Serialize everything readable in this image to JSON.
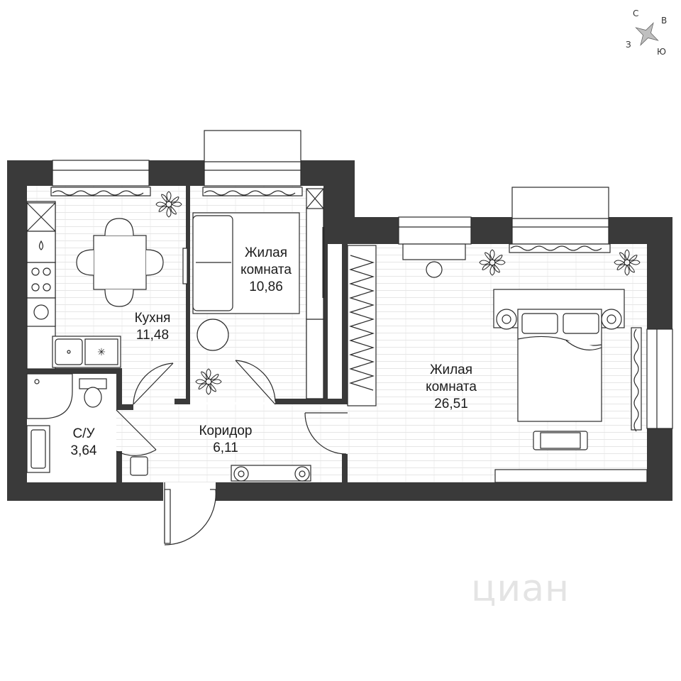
{
  "compass": {
    "north": "С",
    "east": "В",
    "south": "Ю",
    "west": "З"
  },
  "rooms": {
    "kitchen": {
      "name": "Кухня",
      "area": "11,48"
    },
    "living_small": {
      "name_line1": "Жилая",
      "name_line2": "комната",
      "area": "10,86"
    },
    "living_large": {
      "name_line1": "Жилая",
      "name_line2": "комната",
      "area": "26,51"
    },
    "bathroom": {
      "name": "С/У",
      "area": "3,64"
    },
    "corridor": {
      "name": "Коридор",
      "area": "6,11"
    }
  },
  "watermark": "циан",
  "colors": {
    "wall": "#3a3a3a",
    "floor_line": "#e3e3e3",
    "furniture_stroke": "#2a2a2a"
  }
}
